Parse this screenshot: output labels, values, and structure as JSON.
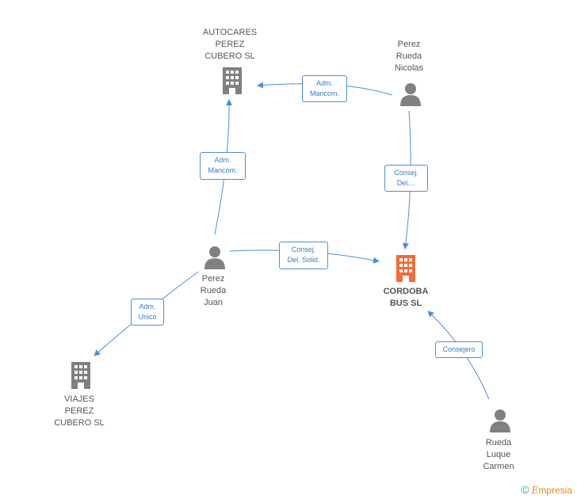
{
  "colors": {
    "edge": "#4a90d9",
    "company": "#808080",
    "main_company": "#f26b3a",
    "person": "#808080"
  },
  "nodes": {
    "autocares": {
      "label": "AUTOCARES\nPEREZ\nCUBERO SL",
      "icon": "building-icon"
    },
    "perez_nicolas": {
      "label": "Perez\nRueda\nNicolas",
      "icon": "person-icon"
    },
    "perez_juan": {
      "label": "Perez\nRueda\nJuan",
      "icon": "person-icon"
    },
    "cordoba": {
      "label": "CORDOBA\nBUS SL",
      "icon": "building-icon"
    },
    "viajes": {
      "label": "VIAJES\nPEREZ\nCUBERO SL",
      "icon": "building-icon"
    },
    "rueda_carmen": {
      "label": "Rueda\nLuque\nCarmen",
      "icon": "person-icon"
    }
  },
  "edges": {
    "nicolas_autocares": "Adm.\nMancom.",
    "juan_autocares": "Adm.\nMancom.",
    "nicolas_cordoba": "Consej.\nDel....",
    "juan_cordoba": "Consej.\nDel. Solid.",
    "juan_viajes": "Adm.\nUnico",
    "carmen_cordoba": "Consejero"
  },
  "brand": {
    "copyright": "©",
    "name": "mpresia",
    "initial": "E"
  }
}
